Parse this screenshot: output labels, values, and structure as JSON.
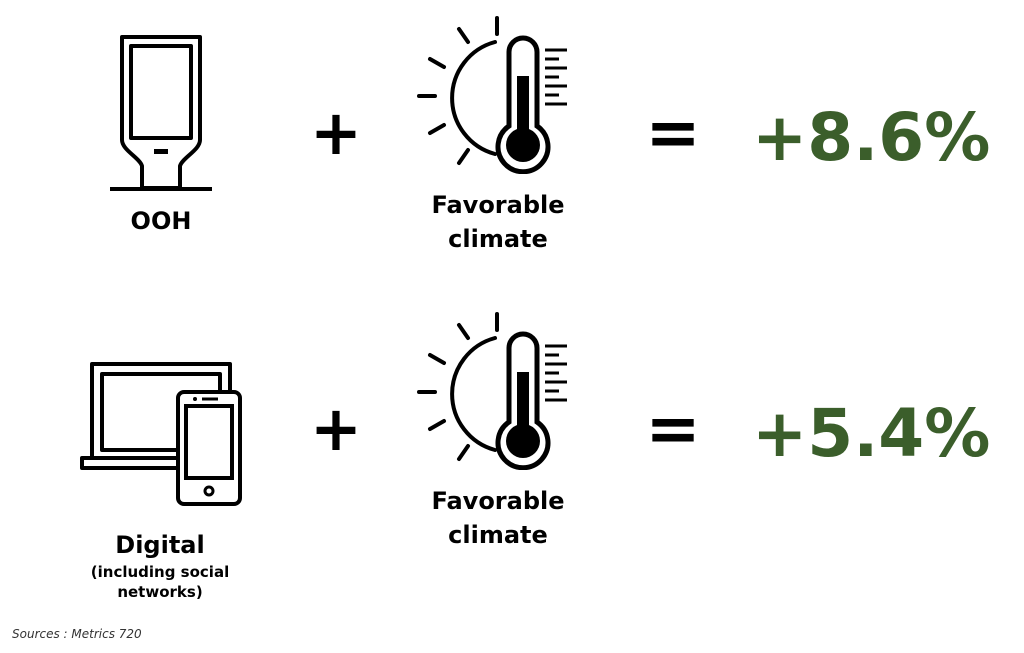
{
  "colors": {
    "result": "#3b5e2b",
    "icon": "#000000",
    "text": "#000000"
  },
  "rows": [
    {
      "channel": {
        "icon": "ooh-kiosk-icon",
        "label": "OOH"
      },
      "plus": "+",
      "climate": {
        "icon": "thermometer-sun-icon",
        "line1": "Favorable",
        "line2": "climate"
      },
      "equals": "=",
      "result": "+8.6%"
    },
    {
      "channel": {
        "icon": "laptop-phone-icon",
        "label": "Digital",
        "sublabel_line1": "(including social",
        "sublabel_line2": "networks)"
      },
      "plus": "+",
      "climate": {
        "icon": "thermometer-sun-icon",
        "line1": "Favorable",
        "line2": "climate"
      },
      "equals": "=",
      "result": "+5.4%"
    }
  ],
  "source": "Sources : Metrics 720"
}
